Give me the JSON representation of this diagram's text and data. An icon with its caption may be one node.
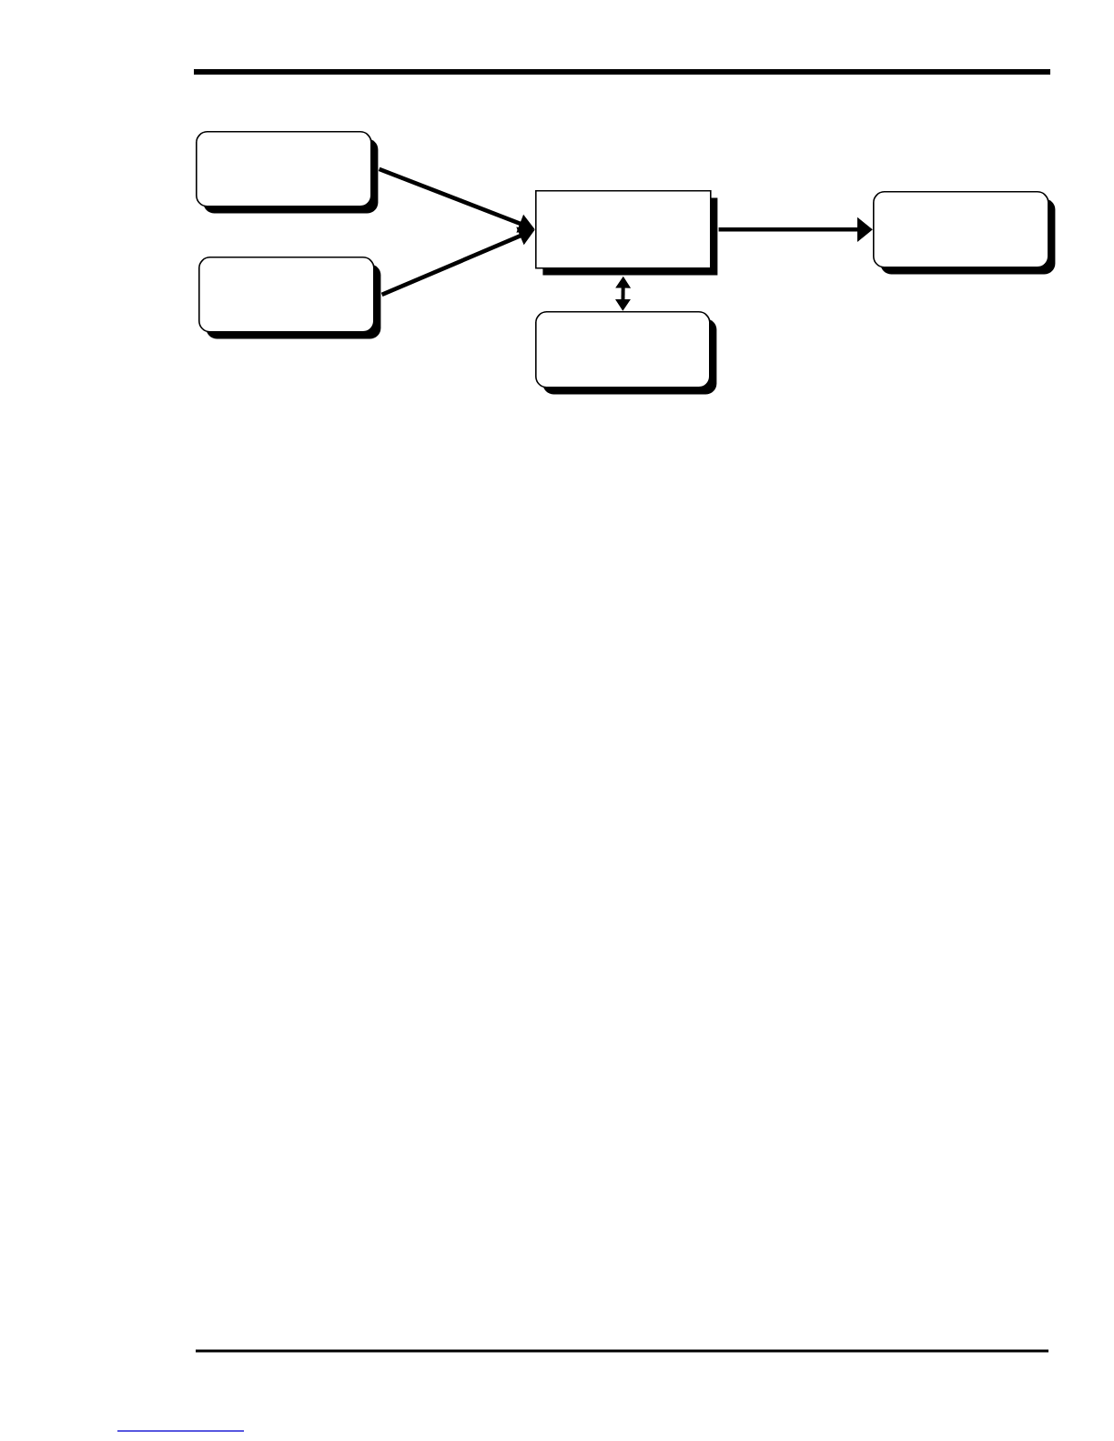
{
  "diagram": {
    "nodes": [
      {
        "text": [],
        "shape": "box"
      },
      {
        "text": [],
        "shape": "box"
      },
      {
        "text": [],
        "shape": "box"
      },
      {
        "text": [],
        "shape": "box"
      },
      {
        "text": [],
        "shape": "box"
      }
    ],
    "edges": [
      {
        "from": 0,
        "to": 2,
        "arrow": "to"
      },
      {
        "from": 1,
        "to": 2,
        "arrow": "to"
      },
      {
        "from": 2,
        "to": 3,
        "arrow": "both"
      },
      {
        "from": 2,
        "to": 4,
        "arrow": "to"
      }
    ]
  }
}
